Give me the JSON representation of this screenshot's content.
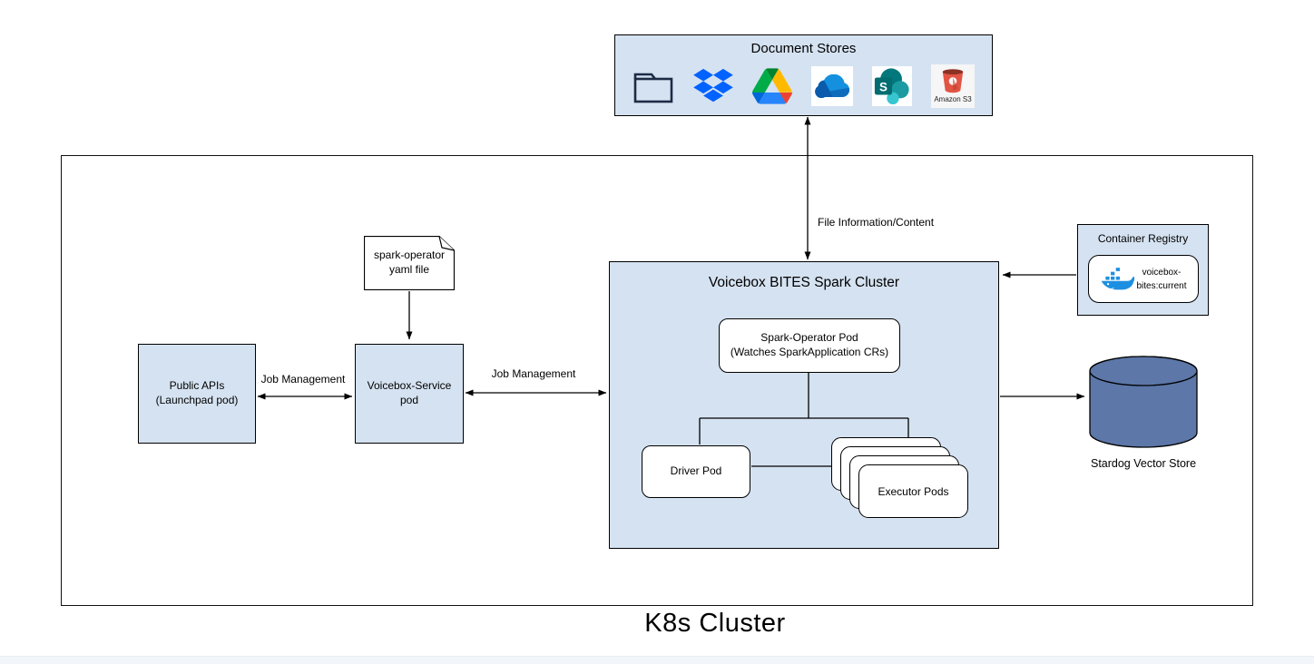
{
  "k8s_cluster": {
    "title": "K8s Cluster"
  },
  "document_stores": {
    "title": "Document Stores",
    "icons": [
      "folder-icon",
      "dropbox-icon",
      "google-drive-icon",
      "onedrive-icon",
      "sharepoint-icon",
      "amazon-s3-icon"
    ],
    "amazon_s3_label": "Amazon S3"
  },
  "nodes": {
    "public_apis": {
      "line1": "Public APIs",
      "line2": "(Launchpad pod)"
    },
    "voicebox_service": {
      "line1": "Voicebox-Service",
      "line2": "pod"
    },
    "yaml_note": {
      "line1": "spark-operator",
      "line2": "yaml file"
    },
    "spark_cluster": {
      "title": "Voicebox BITES Spark Cluster"
    },
    "spark_operator_pod": {
      "line1": "Spark-Operator Pod",
      "line2": "(Watches SparkApplication CRs)"
    },
    "driver_pod": {
      "label": "Driver Pod"
    },
    "executor_pods": {
      "label": "Executor Pods"
    },
    "container_registry": {
      "title": "Container Registry",
      "image_line1": "voicebox-",
      "image_line2": "bites:current"
    },
    "vector_store": {
      "label": "Stardog Vector Store"
    }
  },
  "edges": {
    "job_management_left": "Job Management",
    "job_management_right": "Job Management",
    "file_information": "File Information/Content"
  },
  "colors": {
    "node_fill": "#d5e2f1",
    "cylinder_fill": "#5c77a8",
    "border": "#000000",
    "dropbox_blue": "#0062ff",
    "docker_blue": "#1d8fe1"
  }
}
